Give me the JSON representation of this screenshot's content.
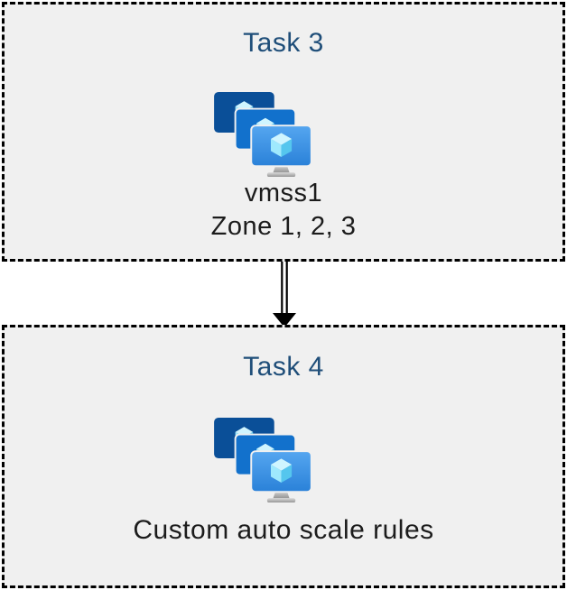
{
  "palette": {
    "page_background": "#ffffff",
    "box_background": "#f0f0f0",
    "box_border": "#000000",
    "title_text": "#1f4e79",
    "label_text": "#1c1c1c",
    "arrow": "#000000"
  },
  "tasks": [
    {
      "title": "Task 3",
      "icon": "vm-scale-sets-icon",
      "labels": [
        "vmss1",
        "Zone 1, 2, 3"
      ]
    },
    {
      "title": "Task 4",
      "icon": "vm-scale-sets-icon",
      "labels": [
        "Custom auto scale rules"
      ]
    }
  ],
  "connector": {
    "type": "double-line-arrow",
    "direction": "down"
  },
  "icon_colors": {
    "monitor_back": "#0a4f98",
    "monitor_middle": "#1271cc",
    "monitor_front_top": "#55a6f0",
    "monitor_front_bottom": "#2a81d8",
    "monitor_separator": "#f0f0f0",
    "cube_top": "#cff5ff",
    "cube_left": "#9fe9fd",
    "cube_right": "#55c6ee",
    "stand_light": "#dcdcdc",
    "stand_dark": "#8f8f8f"
  }
}
